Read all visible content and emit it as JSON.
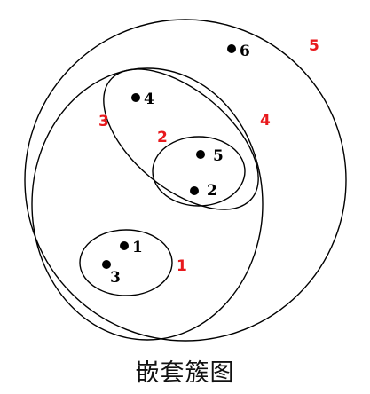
{
  "caption": "嵌套簇图",
  "colors": {
    "stroke": "#000000",
    "level_label": "#e8191d",
    "point": "#000000"
  },
  "points": [
    {
      "id": "p1",
      "label": "1"
    },
    {
      "id": "p2",
      "label": "2"
    },
    {
      "id": "p3",
      "label": "3"
    },
    {
      "id": "p4",
      "label": "4"
    },
    {
      "id": "p5",
      "label": "5"
    },
    {
      "id": "p6",
      "label": "6"
    }
  ],
  "clusters": [
    {
      "id": "c1",
      "label": "1",
      "members": [
        "1",
        "3"
      ]
    },
    {
      "id": "c2",
      "label": "2",
      "members": [
        "5",
        "2"
      ]
    },
    {
      "id": "c3",
      "label": "3",
      "members": [
        "4",
        "5",
        "2"
      ]
    },
    {
      "id": "c4",
      "label": "4",
      "members": [
        "1",
        "3",
        "4",
        "5",
        "2"
      ]
    },
    {
      "id": "c5",
      "label": "5",
      "members": [
        "1",
        "2",
        "3",
        "4",
        "5",
        "6"
      ]
    }
  ]
}
